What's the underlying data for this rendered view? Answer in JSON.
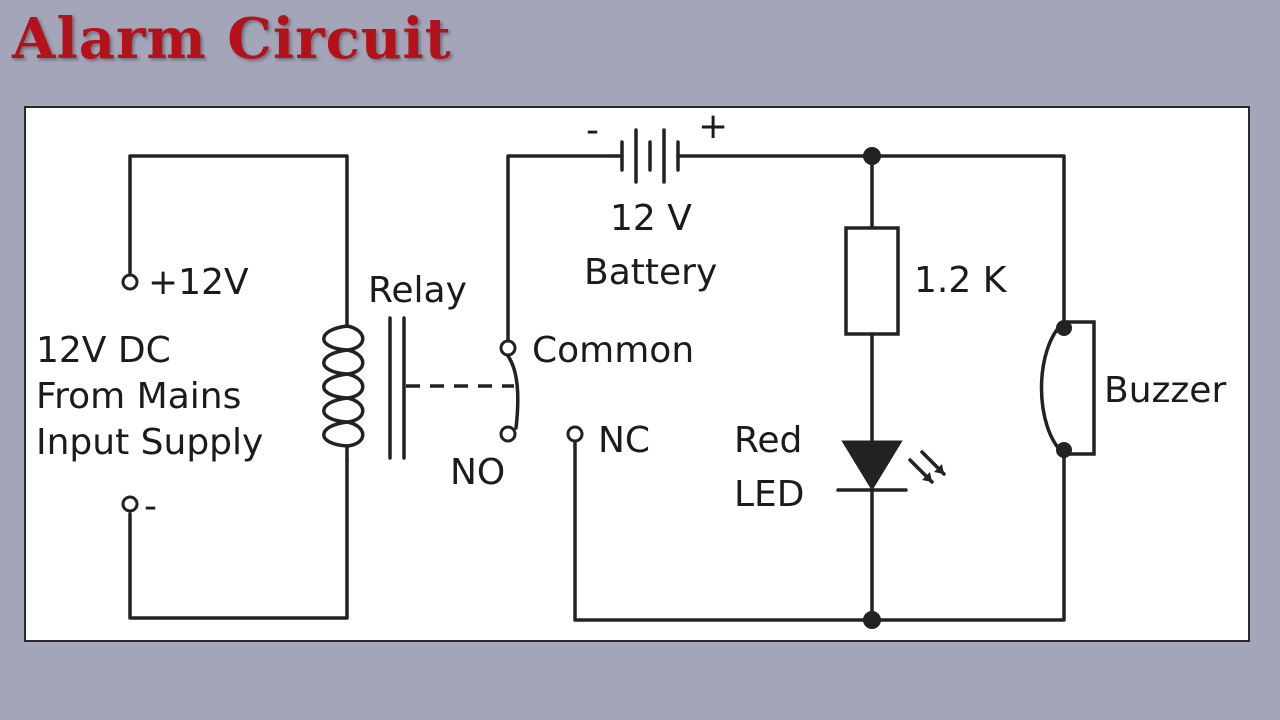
{
  "title": "Alarm Circuit",
  "diagram": {
    "supply": {
      "plus_label": "+12V",
      "minus_label": "-",
      "line1": "12V DC",
      "line2": "From Mains",
      "line3": "Input Supply"
    },
    "relay": {
      "label": "Relay",
      "common": "Common",
      "no": "NO",
      "nc": "NC"
    },
    "battery": {
      "minus": "-",
      "plus": "+",
      "value": "12 V",
      "name": "Battery"
    },
    "resistor": {
      "value": "1.2 K"
    },
    "led": {
      "line1": "Red",
      "line2": "LED"
    },
    "buzzer": {
      "label": "Buzzer"
    }
  }
}
